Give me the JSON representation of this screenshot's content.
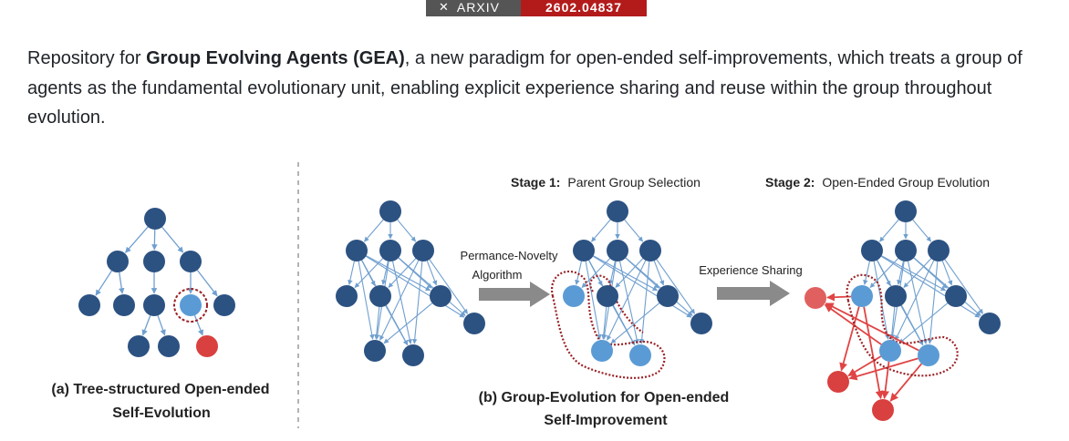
{
  "badges": {
    "arxiv_label": "ARXIV",
    "arxiv_id": "2602.04837",
    "colors": {
      "left": "#555555",
      "right": "#b31b1b"
    }
  },
  "intro": {
    "prefix": "Repository for ",
    "project_name": "Group Evolving Agents (GEA)",
    "suffix": ", a new paradigm for open-ended self-improvements, which treats a group of agents as the fundamental evolutionary unit, enabling explicit experience sharing and reuse within the group throughout evolution."
  },
  "figure": {
    "stage1": {
      "prefix": "Stage 1:",
      "label": "Parent Group Selection"
    },
    "stage2": {
      "prefix": "Stage 2:",
      "label": "Open-Ended Group Evolution"
    },
    "arrow1": {
      "line1": "Permance-Novelty",
      "line2": "Algorithm"
    },
    "arrow2": {
      "label": "Experience Sharing"
    },
    "caption_a": {
      "line1": "(a) Tree-structured Open-ended",
      "line2": "Self-Evolution"
    },
    "caption_b": {
      "line1": "(b) Group-Evolution for Open-ended",
      "line2": "Self-Improvement"
    },
    "colors": {
      "node_dark": "#2c5282",
      "node_light": "#5b9bd5",
      "node_red": "#d94040",
      "node_pink": "#e06060",
      "edge_blue": "#6f9fcf",
      "edge_red": "#e04444",
      "selection_outline": "#9b2226",
      "arrow_gray": "#8a8a8a"
    }
  }
}
